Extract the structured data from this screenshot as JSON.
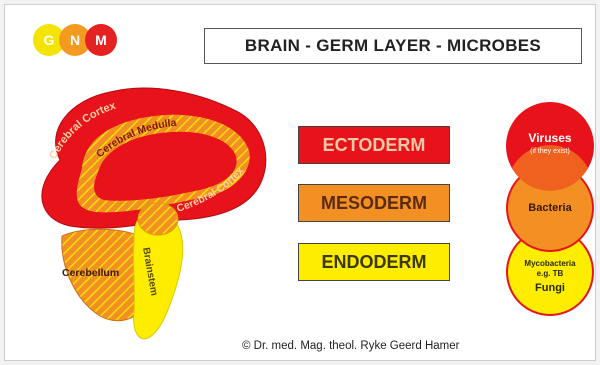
{
  "logo": {
    "letters": [
      "G",
      "N",
      "M"
    ],
    "colors": [
      "#f5e400",
      "#f49a20",
      "#e52222"
    ]
  },
  "title": "BRAIN - GERM LAYER - MICROBES",
  "germ_layers": [
    {
      "label": "ECTODERM",
      "fill": "#e8121b",
      "text_color": "#f2c9a8"
    },
    {
      "label": "MESODERM",
      "fill": "#f39023",
      "text_color": "#5a2b10"
    },
    {
      "label": "ENDODERM",
      "fill": "#ffed00",
      "text_color": "#3a3a00"
    }
  ],
  "brain_labels": {
    "cerebral_cortex_top": "Cerebral Cortex",
    "cerebral_medulla": "Cerebral Medulla",
    "cerebral_cortex_right": "Cerebral Cortex",
    "cerebellum": "Cerebellum",
    "brainstem": "Brainstem"
  },
  "microbes": {
    "viruses": "Viruses",
    "viruses_note": "(if they exist)",
    "bacteria": "Bacteria",
    "mycobacteria": "Mycobacteria",
    "mycobacteria_example": "e.g. TB",
    "fungi": "Fungi"
  },
  "colors": {
    "ecto_red": "#e8121b",
    "meso_orange": "#f39023",
    "endo_yellow": "#ffed00"
  },
  "footer": "© Dr. med. Mag. theol. Ryke Geerd Hamer"
}
